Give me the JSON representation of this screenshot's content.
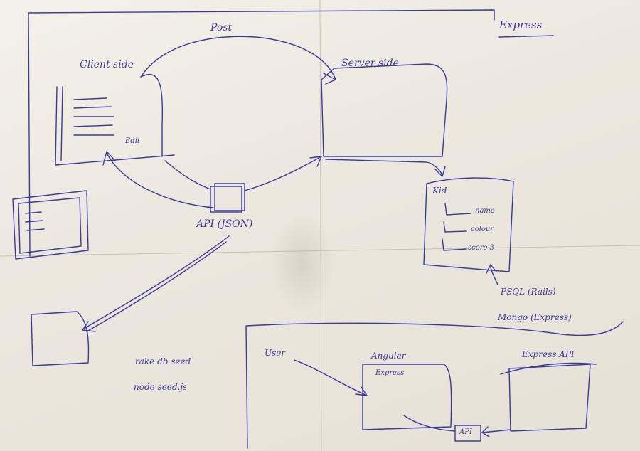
{
  "labels": {
    "express_title": "Express",
    "post": "Post",
    "client_side": "Client side",
    "edit": "Edit",
    "server_side": "Server side",
    "api_json": "API (JSON)",
    "kid": "Kid",
    "name": "name",
    "colour": "colour",
    "score": "score 3",
    "psql": "PSQL (Rails)",
    "mongo": "Mongo (Express)",
    "rake_seed": "rake db seed",
    "node_seed": "node seed.js",
    "user": "User",
    "angular": "Angular",
    "express_small": "Express",
    "express_api": "Express API",
    "api_box": "API"
  },
  "colors": {
    "ink": "#3b3a9a",
    "paper": "#f4f1ea"
  }
}
